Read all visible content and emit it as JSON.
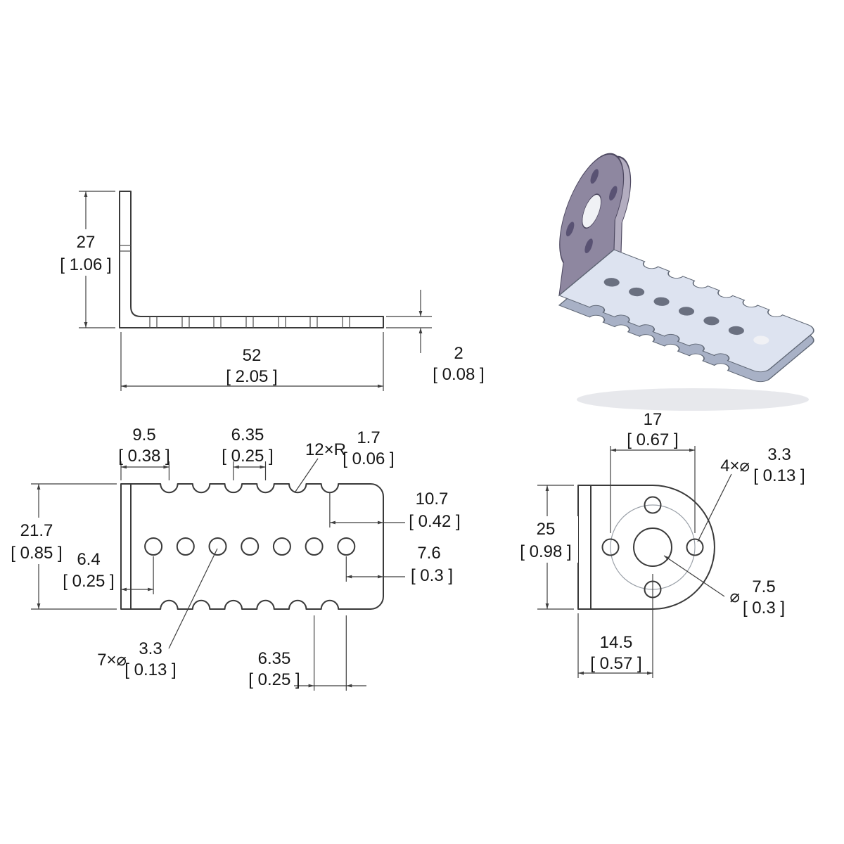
{
  "views": {
    "side": {
      "height": {
        "mm": "27",
        "in": "[ 1.06 ]"
      },
      "length": {
        "mm": "52",
        "in": "[ 2.05 ]"
      },
      "thickness": {
        "mm": "2",
        "in": "[ 0.08 ]"
      }
    },
    "top": {
      "edge_to_first_notch": {
        "mm": "9.5",
        "in": "[ 0.38 ]"
      },
      "notch_pitch": {
        "mm": "6.35",
        "in": "[ 0.25 ]"
      },
      "scallop": {
        "label": "12×R",
        "mm": "1.7",
        "in": "[ 0.06 ]"
      },
      "edge_to_last_notch": {
        "mm": "10.7",
        "in": "[ 0.42 ]"
      },
      "edge_to_last_hole": {
        "mm": "7.6",
        "in": "[ 0.3 ]"
      },
      "width": {
        "mm": "21.7",
        "in": "[ 0.85 ]"
      },
      "edge_to_first_hole": {
        "mm": "6.4",
        "in": "[ 0.25 ]"
      },
      "holes": {
        "label": "7×⌀",
        "mm": "3.3",
        "in": "[ 0.13 ]"
      },
      "hole_pitch": {
        "mm": "6.35",
        "in": "[ 0.25 ]"
      }
    },
    "front": {
      "hole_span": {
        "mm": "17",
        "in": "[ 0.67 ]"
      },
      "holes": {
        "label": "4×⌀",
        "mm": "3.3",
        "in": "[ 0.13 ]"
      },
      "height": {
        "mm": "25",
        "in": "[ 0.98 ]"
      },
      "center_hole": {
        "label": "⌀",
        "mm": "7.5",
        "in": "[ 0.3 ]"
      },
      "edge_to_center": {
        "mm": "14.5",
        "in": "[ 0.57 ]"
      }
    },
    "iso": {
      "colors": {
        "plate_top": "#dde3f0",
        "plate_side": "#a8b1c6",
        "bracket_face": "#8e87a0",
        "bracket_rim": "#b3adc0",
        "hole_dark": "#6a7080",
        "outline": "#4e4961"
      }
    }
  }
}
